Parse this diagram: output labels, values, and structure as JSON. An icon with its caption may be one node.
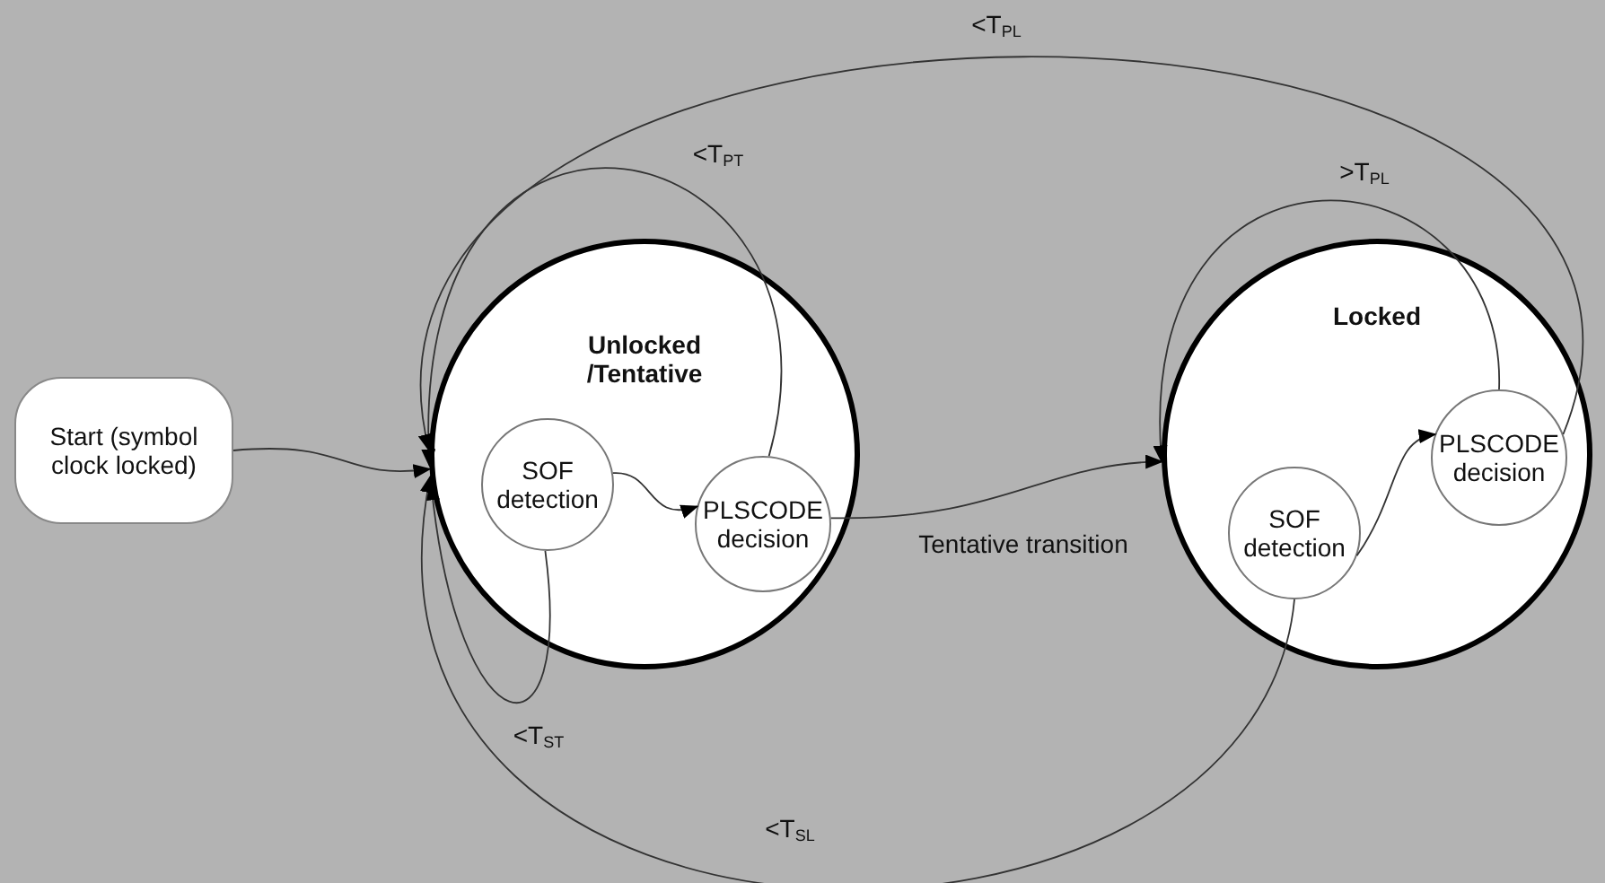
{
  "diagram": {
    "nodes": [
      {
        "text": [
          "Start (symbol clock locked)"
        ]
      },
      {
        "text": [
          "Unlocked /Tentative"
        ]
      },
      {
        "text": [
          "SOF detection"
        ],
        "in": 1
      },
      {
        "text": [
          "PLSCODE decision"
        ],
        "in": 1
      },
      {
        "text": [
          "Locked"
        ]
      },
      {
        "text": [
          "SOF detection"
        ],
        "in": 4
      },
      {
        "text": [
          "PLSCODE decision"
        ],
        "in": 4
      }
    ],
    "edges": [
      {
        "from": 0,
        "to": 1,
        "arrow": "to"
      },
      {
        "from": 2,
        "to": 3,
        "arrow": "to"
      },
      {
        "from": 3,
        "to": 1,
        "arrow": "to",
        "label": "<T$_{PT}$"
      },
      {
        "from": 2,
        "to": 1,
        "arrow": "to",
        "label": "<T$_{ST}$"
      },
      {
        "from": 3,
        "to": 4,
        "arrow": "to",
        "label": "Tentative transition"
      },
      {
        "from": 5,
        "to": 6,
        "arrow": "to"
      },
      {
        "from": 6,
        "to": 4,
        "arrow": "to",
        "label": ">T$_{PL}$"
      },
      {
        "from": 6,
        "to": 1,
        "arrow": "to",
        "label": "<T$_{PL}$"
      },
      {
        "from": 5,
        "to": 1,
        "arrow": "to",
        "label": "<T$_{SL}$"
      }
    ]
  }
}
